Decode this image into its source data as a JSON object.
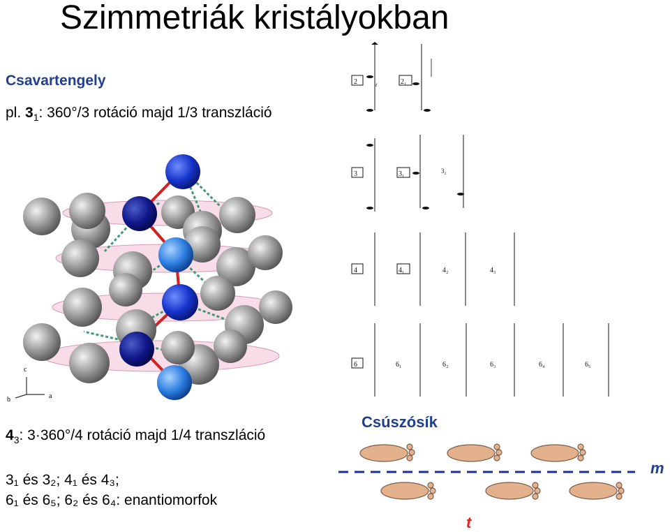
{
  "title": "Szimmetriák kristályokban",
  "screw_axis": {
    "heading": "Csavartengely",
    "example": {
      "prefix": "pl. ",
      "symbol": "3",
      "sub": "1",
      "rest": ": 360°/3 rotáció majd 1/3 transzláció"
    },
    "line2": {
      "symbol": "4",
      "sub": "3",
      "rest": ": 3·360°/4 rotáció majd 1/4 transzláció"
    },
    "enantio1": "3₁ és 3₂; 4₁ és 4₃;",
    "enantio2": "6₁ és 6₅; 6₂ és 6₄: enantiomorfok"
  },
  "axes_labels": {
    "c": "c",
    "b": "b",
    "a": "a"
  },
  "screw_diagram": {
    "row2": [
      "2",
      "2₁"
    ],
    "row3": [
      "3",
      "3₁",
      "3₂"
    ],
    "row4": [
      "4",
      "4₁",
      "4₂",
      "4₃"
    ],
    "row6": [
      "6",
      "6₁",
      "6₂",
      "6₃",
      "6₄",
      "6₅"
    ],
    "t_label": "t"
  },
  "glide": {
    "heading": "Csúszósík",
    "m_label": "m",
    "t_label": "t"
  },
  "colors": {
    "blue_text": "#1f3f8f",
    "red_text": "#e2231a",
    "mirror_line": "#1a2f9a",
    "foot": "#e3b28c"
  }
}
